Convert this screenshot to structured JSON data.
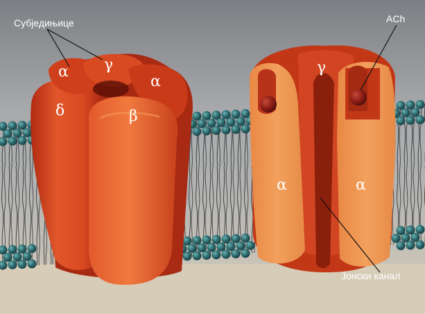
{
  "labels": {
    "subunits": "Субједињице",
    "ach": "ACh",
    "ion_channel": "Јонски канал"
  },
  "left_receptor": {
    "alpha_top_left": "α",
    "gamma": "γ",
    "alpha_top_right": "α",
    "delta": "δ",
    "beta": "β"
  },
  "right_receptor": {
    "gamma": "γ",
    "alpha_left": "α",
    "alpha_right": "α"
  },
  "colors": {
    "protein_dark": "#c9361a",
    "protein_mid": "#e0562a",
    "protein_light": "#ee8a45",
    "cut_face": "#ee9a55",
    "ach_ball": "#8a1c14",
    "lipid_head": "#2f6f73",
    "membrane_gray": "#9c9ea2",
    "background_gray": "#8b8d92",
    "cytoplasm": "#cfc7b4"
  }
}
